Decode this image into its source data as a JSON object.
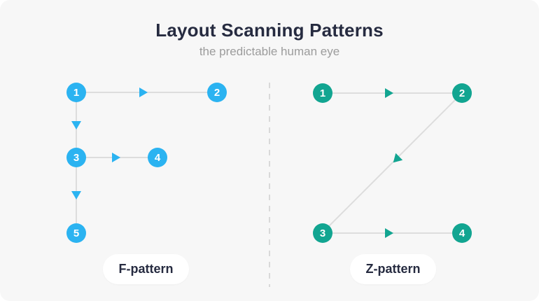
{
  "header": {
    "title": "Layout Scanning Patterns",
    "subtitle": "the predictable human eye"
  },
  "colors": {
    "background": "#F7F7F7",
    "title_text": "#262B40",
    "subtitle_text": "#9C9C9C",
    "line": "#DDDDDD",
    "divider": "#D9D9D9",
    "f_accent": "#2BB3F1",
    "z_accent": "#12A591",
    "pill_bg": "#FFFFFF",
    "node_text": "#FFFFFF"
  },
  "f_pattern": {
    "label": "F-pattern",
    "nodes": [
      "1",
      "2",
      "3",
      "4",
      "5"
    ]
  },
  "z_pattern": {
    "label": "Z-pattern",
    "nodes": [
      "1",
      "2",
      "3",
      "4"
    ]
  }
}
